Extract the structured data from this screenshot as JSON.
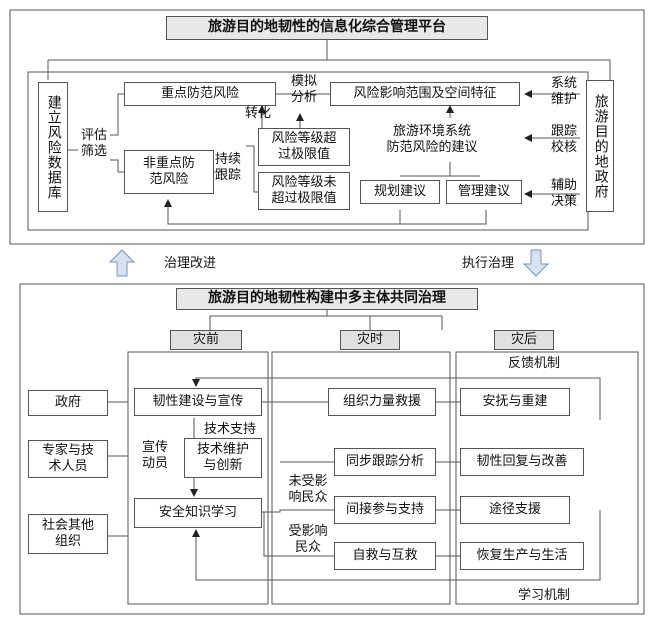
{
  "top": {
    "title": "旅游目的地韧性的信息化综合管理平台",
    "left_box": "建立风险数据库",
    "eval_label": "评估\n筛选",
    "key_risk": "重点防范风险",
    "sim_label": "模拟\n分析",
    "impact_box": "风险影响范围及空间特征",
    "transform_label": "转化",
    "nonkey_risk": "非重点防\n范风险",
    "track_label": "持续\n跟踪",
    "exceed_box": "风险等级超\n过极限值",
    "notexceed_box": "风险等级未\n超过极限值",
    "env_box": "旅游环境系统\n防范风险的建议",
    "plan_box": "规划建议",
    "manage_box": "管理建议",
    "gov_box": "旅游目的地政府",
    "sys_maint_label": "系统\n维护",
    "track_check_label": "跟踪\n校核",
    "assist_label": "辅助\n决策"
  },
  "middle": {
    "left_label": "治理改进",
    "right_label": "执行治理"
  },
  "bottom": {
    "title": "旅游目的地韧性构建中多主体共同治理",
    "phase_before": "灾前",
    "phase_during": "灾时",
    "phase_after": "灾后",
    "feedback_label": "反馈机制",
    "learning_label": "学习机制",
    "actors": [
      "政府",
      "专家与技\n术人员",
      "社会其他\n组织"
    ],
    "before_boxes": [
      "韧性建设与宣传",
      "技术维护\n与创新",
      "安全知识学习"
    ],
    "tech_support_label": "技术支持",
    "publicize_label": "宣传\n动员",
    "during_boxes": [
      "组织力量救援",
      "同步跟踪分析",
      "间接参与支持",
      "自救与互救"
    ],
    "unaffected_label": "未受影\n响民众",
    "affected_label": "受影响\n民众",
    "after_boxes": [
      "安抚与重建",
      "韧性回复与改善",
      "途径支援",
      "恢复生产与生活"
    ]
  }
}
